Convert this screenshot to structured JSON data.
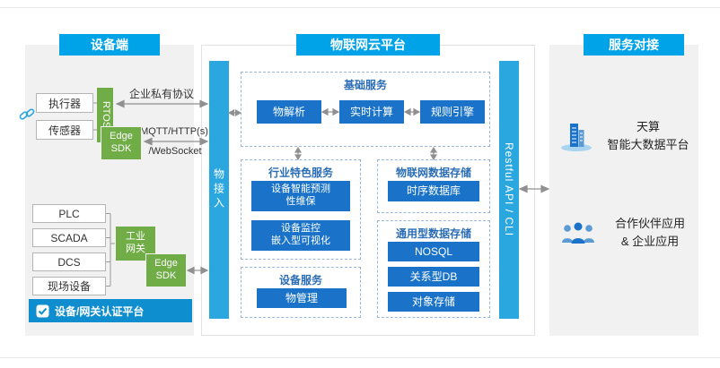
{
  "colors": {
    "header_blue": "#00a2e8",
    "button_blue": "#1a73c8",
    "bar_blue": "#2ba7e0",
    "green": "#70ad47",
    "auth_bar_blue": "#0f8ecf",
    "panel_gray": "#f1f1f1"
  },
  "device_panel": {
    "title": "设备端",
    "actuator": "执行器",
    "sensor": "传感器",
    "rtos": "RTOS",
    "edge_sdk_top": "Edge\nSDK",
    "private_protocol_label": "企业私有协议",
    "mqtt_label": "MQTT/HTTP(s)",
    "websocket_label": "/WebSocket",
    "plc": "PLC",
    "scada": "SCADA",
    "dcs": "DCS",
    "field_devices": "现场设备",
    "industrial_gateway": "工业\n网关",
    "edge_sdk_bottom": "Edge\nSDK",
    "auth_platform": "设备/网关认证平台"
  },
  "cloud_panel": {
    "title": "物联网云平台",
    "thing_access_bar": "物接入",
    "restful_bar": "Restful API / CLI",
    "basic_services": {
      "title": "基础服务",
      "items": [
        "物解析",
        "实时计算",
        "规则引擎"
      ]
    },
    "industry_services": {
      "title": "行业特色服务",
      "items": [
        "设备智能预测\n性维保",
        "设备监控\n嵌入型可视化"
      ]
    },
    "device_services": {
      "title": "设备服务",
      "items": [
        "物管理"
      ]
    },
    "iot_storage": {
      "title": "物联网数据存储",
      "items": [
        "时序数据库"
      ]
    },
    "general_storage": {
      "title": "通用型数据存储",
      "items": [
        "NOSQL",
        "关系型DB",
        "对象存储"
      ]
    }
  },
  "service_panel": {
    "title": "服务对接",
    "bigdata_platform": "天算\n智能大数据平台",
    "partner_apps": "合作伙伴应用\n& 企业应用"
  },
  "icons": {
    "link-icon": "chain-link",
    "auth-check-icon": "check-badge",
    "bigdata-icon": "office-building",
    "partners-icon": "people-group"
  }
}
